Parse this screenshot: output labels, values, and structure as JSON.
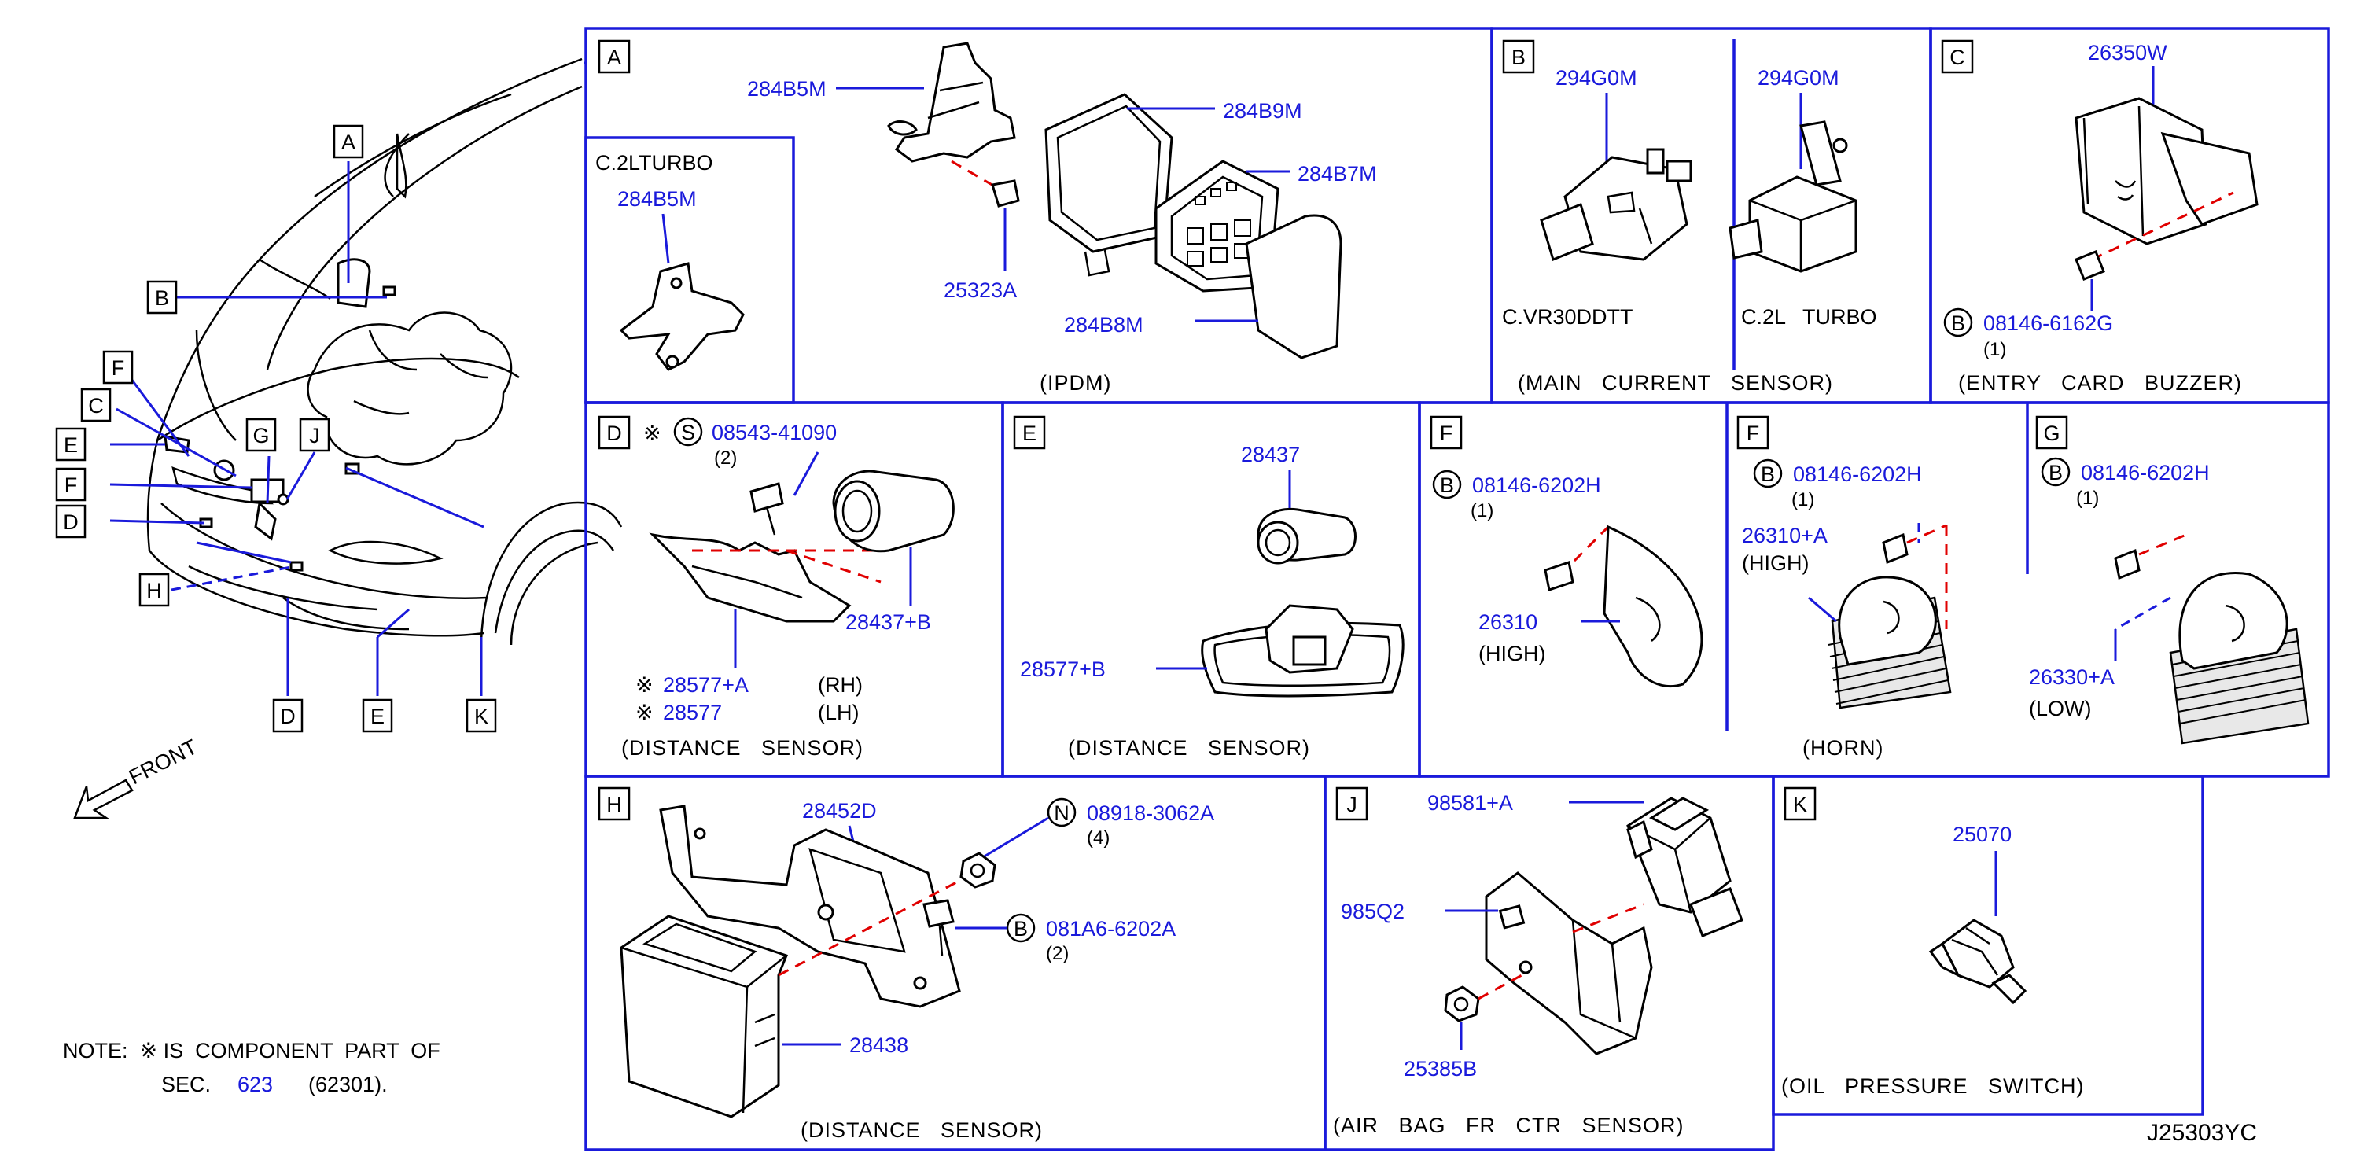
{
  "diagram_id": "J25303YC",
  "callout_letters": [
    "A",
    "B",
    "C",
    "D",
    "E",
    "F",
    "G",
    "H",
    "J",
    "K"
  ],
  "front_label": "FRONT",
  "note": {
    "line1": "NOTE:  ※ IS  COMPONENT  PART  OF",
    "line2_prefix": "SEC.",
    "sec_link": "623",
    "line2_suffix": "(62301)."
  },
  "panels": {
    "A": {
      "letter": "A",
      "sub_label": "C.2LTURBO",
      "parts": [
        "284B5M",
        "284B5M",
        "284B9M",
        "284B7M",
        "25323A",
        "284B8M"
      ],
      "caption": "(IPDM)"
    },
    "B": {
      "letter": "B",
      "parts": [
        "294G0M",
        "294G0M"
      ],
      "variants": [
        "C.VR30DDTT",
        "C.2L   TURBO"
      ],
      "caption": "(MAIN   CURRENT   SENSOR)"
    },
    "C": {
      "letter": "C",
      "parts": [
        "26350W",
        "08146-6162G"
      ],
      "bolt_symbol": "B",
      "qty": "(1)",
      "caption": "(ENTRY   CARD   BUZZER)"
    },
    "D": {
      "letter": "D",
      "mark": "※",
      "screw_symbol": "S",
      "parts": [
        "08543-41090",
        "28577+A",
        "28577",
        "28437+B"
      ],
      "qty": "(2)",
      "sides": [
        "(RH)",
        "(LH)"
      ],
      "caption": "(DISTANCE   SENSOR)"
    },
    "E": {
      "letter": "E",
      "parts": [
        "28437",
        "28577+B"
      ],
      "caption": "(DISTANCE   SENSOR)"
    },
    "F1": {
      "letter": "F",
      "bolt_symbol": "B",
      "parts": [
        "08146-6202H",
        "26310"
      ],
      "qty": "(1)",
      "variant": "(HIGH)"
    },
    "F2": {
      "letter": "F",
      "bolt_symbol": "B",
      "parts": [
        "08146-6202H",
        "26310+A"
      ],
      "qty": "(1)",
      "variant": "(HIGH)"
    },
    "G": {
      "letter": "G",
      "bolt_symbol": "B",
      "parts": [
        "08146-6202H",
        "26330+A"
      ],
      "qty": "(1)",
      "variant": "(LOW)"
    },
    "horn_caption": "(HORN)",
    "H": {
      "letter": "H",
      "nut_symbol": "N",
      "bolt_symbol": "B",
      "parts": [
        "28452D",
        "08918-3062A",
        "081A6-6202A",
        "28438"
      ],
      "qtys": [
        "(4)",
        "(2)"
      ],
      "caption": "(DISTANCE   SENSOR)"
    },
    "J": {
      "letter": "J",
      "parts": [
        "98581+A",
        "985Q2",
        "25385B"
      ],
      "caption": "(AIR   BAG   FR   CTR   SENSOR)"
    },
    "K": {
      "letter": "K",
      "parts": [
        "25070"
      ],
      "caption": "(OIL   PRESSURE   SWITCH)"
    }
  }
}
